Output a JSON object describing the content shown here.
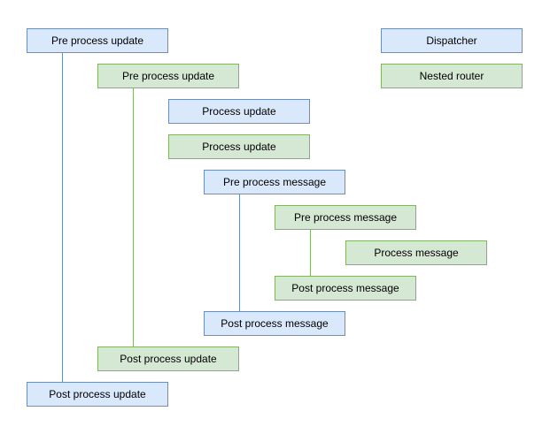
{
  "diagram": {
    "colors": {
      "background": "#ffffff",
      "text": "#000000",
      "dispatcher_fill": "#dae8fc",
      "dispatcher_border": "#6c8ebf",
      "router_fill": "#d5e8d4",
      "router_border": "#82b366"
    },
    "legend": [
      {
        "label": "Dispatcher",
        "kind": "dispatcher"
      },
      {
        "label": "Nested router",
        "kind": "router"
      }
    ],
    "nodes": [
      {
        "label": "Pre process update",
        "kind": "dispatcher"
      },
      {
        "label": "Pre process update",
        "kind": "router"
      },
      {
        "label": "Process update",
        "kind": "dispatcher"
      },
      {
        "label": "Process update",
        "kind": "router"
      },
      {
        "label": "Pre process message",
        "kind": "dispatcher"
      },
      {
        "label": "Pre process message",
        "kind": "router"
      },
      {
        "label": "Process message",
        "kind": "router"
      },
      {
        "label": "Post process message",
        "kind": "router"
      },
      {
        "label": "Post process message",
        "kind": "dispatcher"
      },
      {
        "label": "Post process update",
        "kind": "router"
      },
      {
        "label": "Post process update",
        "kind": "dispatcher"
      }
    ],
    "connectors": [
      {
        "name": "dispatcher-update-span",
        "kind": "dispatcher"
      },
      {
        "name": "router-update-span",
        "kind": "router"
      },
      {
        "name": "dispatcher-message-span",
        "kind": "dispatcher"
      },
      {
        "name": "router-message-span",
        "kind": "router"
      }
    ]
  }
}
